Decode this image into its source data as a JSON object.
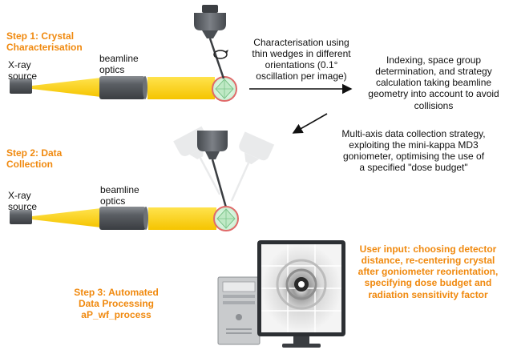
{
  "colors": {
    "accent": "#f0890e",
    "beam": "#ffd400",
    "crystal_ring": "#e06a6a",
    "crystal": "#b8e6c0",
    "metal": "#555a60",
    "arrow": "#111111"
  },
  "steps": {
    "step1": {
      "line1": "Step 1: Crystal",
      "line2": "Characterisation"
    },
    "step2": {
      "line1": "Step 2: Data",
      "line2": "Collection"
    },
    "step3": {
      "line1": "Step 3: Automated",
      "line2": "Data Processing",
      "line3": "aP_wf_process"
    }
  },
  "labels": {
    "xray1": {
      "line1": "X-ray",
      "line2": "source"
    },
    "optics1": {
      "line1": "beamline",
      "line2": "optics"
    },
    "xray2": {
      "line1": "X-ray",
      "line2": "source"
    },
    "optics2": {
      "line1": "beamline",
      "line2": "optics"
    }
  },
  "annotations": {
    "characterisation": {
      "line1": "Characterisation using",
      "line2": "thin wedges in different",
      "line3": "orientations (0.1°",
      "line4": "oscillation per image)"
    },
    "indexing": {
      "line1": "Indexing, space group",
      "line2": "determination, and strategy",
      "line3": "calculation taking beamline",
      "line4": "geometry into account to avoid",
      "line5": "collisions"
    },
    "multiaxis": {
      "line1": "Multi-axis data collection strategy,",
      "line2": "exploiting the mini-kappa MD3",
      "line3": "goniometer, optimising the use of",
      "line4": "a specified \"dose budget\""
    },
    "user_input": {
      "line1": "User input: choosing detector",
      "line2": "distance, re-centering crystal",
      "line3": "after goniometer reorientation,",
      "line4": "specifying dose budget and",
      "line5": "radiation sensitivity factor"
    }
  },
  "icons": [
    "xray-source-icon",
    "beamline-optics-icon",
    "xray-beam-icon",
    "crystal-icon",
    "goniometer-icon",
    "rotation-arrow-icon",
    "computer-tower-icon",
    "monitor-icon",
    "diffraction-pattern-icon"
  ]
}
